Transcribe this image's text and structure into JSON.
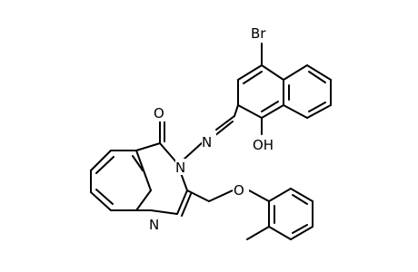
{
  "atoms": {
    "bromine": "Br",
    "hydroxyl": "OH",
    "carbonyl_oxygen": "O",
    "ring_nitrogen_3": "N",
    "imine_nitrogen": "N",
    "ring_nitrogen_1": "N",
    "ether_oxygen": "O"
  }
}
